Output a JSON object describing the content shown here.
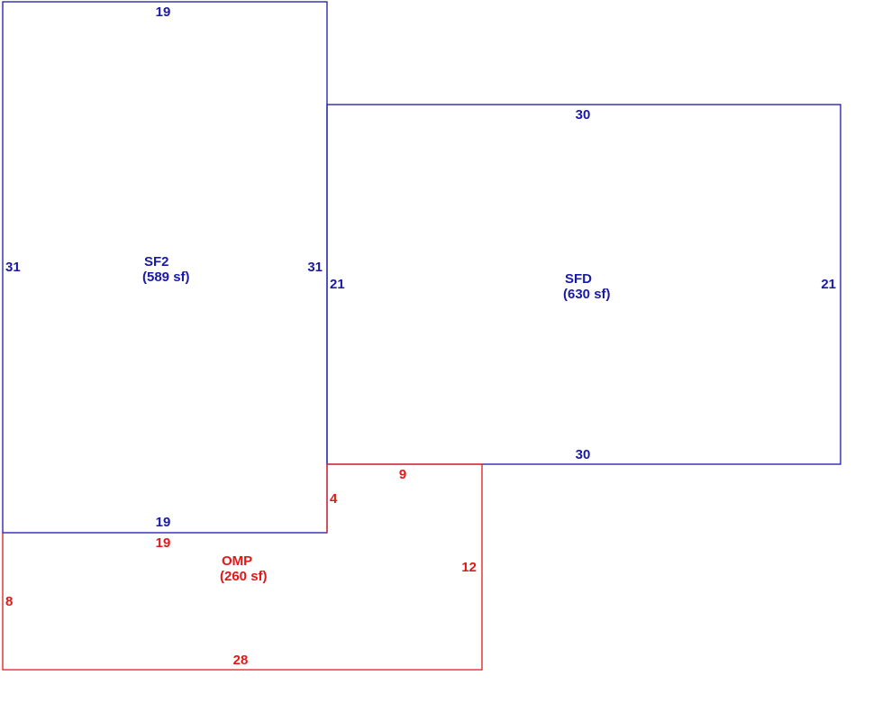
{
  "areas": {
    "sf2": {
      "name": "SF2",
      "area": "(589 sf)",
      "dims": {
        "top": "19",
        "bottom": "19",
        "left": "31",
        "right": "31"
      },
      "color": "#1a1aa8"
    },
    "sfd": {
      "name": "SFD",
      "area": "(630 sf)",
      "dims": {
        "top": "30",
        "bottom": "30",
        "left": "21",
        "right": "21"
      },
      "color": "#1a1aa8"
    },
    "omp": {
      "name": "OMP",
      "area": "(260 sf)",
      "dims": {
        "top_short": "9",
        "top_long": "19",
        "left": "8",
        "notch": "4",
        "right": "12",
        "bottom": "28"
      },
      "color": "#e01818"
    }
  }
}
